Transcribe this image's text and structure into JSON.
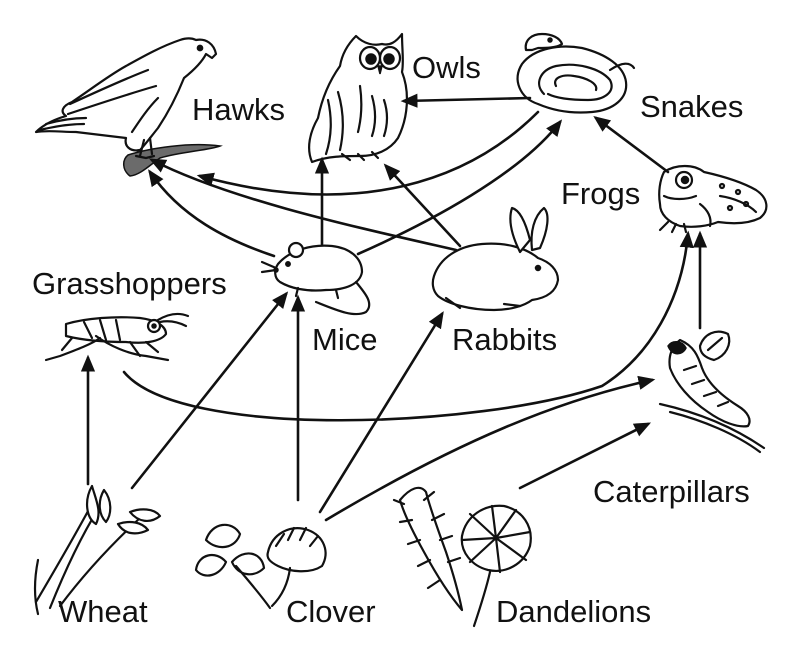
{
  "diagram": {
    "organisms": {
      "hawks": "Hawks",
      "owls": "Owls",
      "snakes": "Snakes",
      "frogs": "Frogs",
      "grasshoppers": "Grasshoppers",
      "mice": "Mice",
      "rabbits": "Rabbits",
      "caterpillars": "Caterpillars",
      "wheat": "Wheat",
      "clover": "Clover",
      "dandelions": "Dandelions"
    },
    "arrows": [
      {
        "from": "wheat",
        "to": "grasshoppers"
      },
      {
        "from": "wheat",
        "to": "mice"
      },
      {
        "from": "clover",
        "to": "mice"
      },
      {
        "from": "clover",
        "to": "rabbits"
      },
      {
        "from": "clover",
        "to": "caterpillars"
      },
      {
        "from": "dandelions",
        "to": "caterpillars"
      },
      {
        "from": "grasshoppers",
        "to": "frogs"
      },
      {
        "from": "caterpillars",
        "to": "frogs"
      },
      {
        "from": "frogs",
        "to": "snakes"
      },
      {
        "from": "mice",
        "to": "snakes"
      },
      {
        "from": "mice",
        "to": "owls"
      },
      {
        "from": "mice",
        "to": "hawks"
      },
      {
        "from": "rabbits",
        "to": "owls"
      },
      {
        "from": "rabbits",
        "to": "hawks"
      },
      {
        "from": "snakes",
        "to": "owls"
      },
      {
        "from": "snakes",
        "to": "hawks"
      }
    ]
  }
}
